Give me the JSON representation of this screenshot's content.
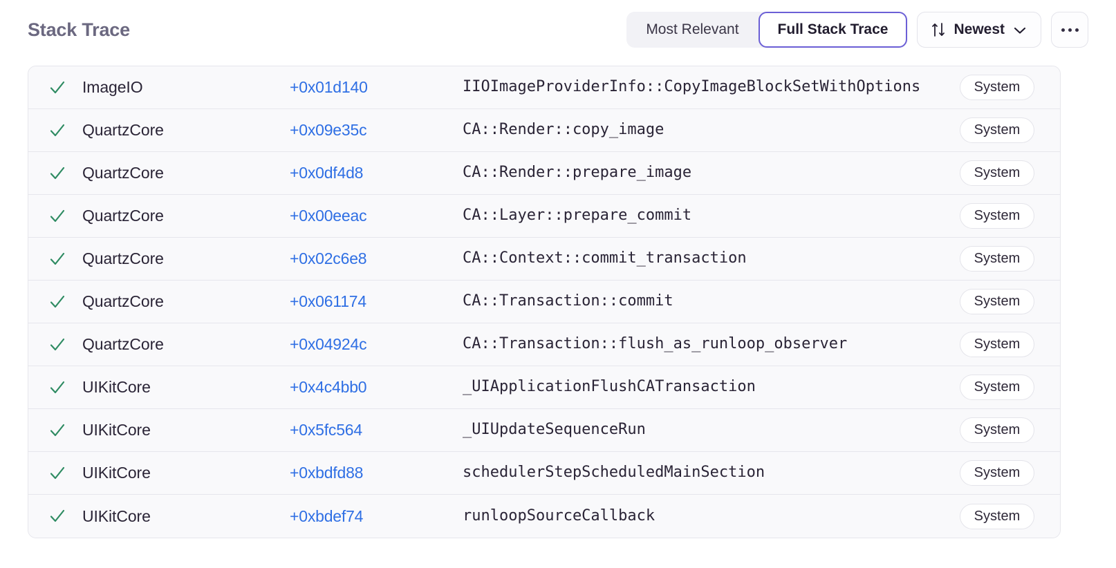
{
  "header": {
    "title": "Stack Trace",
    "segmented": {
      "options": [
        {
          "label": "Most Relevant",
          "selected": false
        },
        {
          "label": "Full Stack Trace",
          "selected": true
        }
      ]
    },
    "sort": {
      "icon": "sort-arrows-icon",
      "label": "Newest",
      "chevron": "chevron-down-icon"
    },
    "more": {
      "icon": "ellipsis-icon",
      "label": "..."
    }
  },
  "colors": {
    "accent": "#6b5fd6",
    "link": "#2f6fe4",
    "check": "#2e8b62",
    "title": "#6b6880",
    "row_bg": "#f9f9fb",
    "border": "#e6e6ec"
  },
  "table": {
    "rows": [
      {
        "status": "check",
        "module": "ImageIO",
        "address": "+0x01d140",
        "symbol": "IIOImageProviderInfo::CopyImageBlockSetWithOptions",
        "tag": "System"
      },
      {
        "status": "check",
        "module": "QuartzCore",
        "address": "+0x09e35c",
        "symbol": "CA::Render::copy_image",
        "tag": "System"
      },
      {
        "status": "check",
        "module": "QuartzCore",
        "address": "+0x0df4d8",
        "symbol": "CA::Render::prepare_image",
        "tag": "System"
      },
      {
        "status": "check",
        "module": "QuartzCore",
        "address": "+0x00eeac",
        "symbol": "CA::Layer::prepare_commit",
        "tag": "System"
      },
      {
        "status": "check",
        "module": "QuartzCore",
        "address": "+0x02c6e8",
        "symbol": "CA::Context::commit_transaction",
        "tag": "System"
      },
      {
        "status": "check",
        "module": "QuartzCore",
        "address": "+0x061174",
        "symbol": "CA::Transaction::commit",
        "tag": "System"
      },
      {
        "status": "check",
        "module": "QuartzCore",
        "address": "+0x04924c",
        "symbol": "CA::Transaction::flush_as_runloop_observer",
        "tag": "System"
      },
      {
        "status": "check",
        "module": "UIKitCore",
        "address": "+0x4c4bb0",
        "symbol": "_UIApplicationFlushCATransaction",
        "tag": "System"
      },
      {
        "status": "check",
        "module": "UIKitCore",
        "address": "+0x5fc564",
        "symbol": "_UIUpdateSequenceRun",
        "tag": "System"
      },
      {
        "status": "check",
        "module": "UIKitCore",
        "address": "+0xbdfd88",
        "symbol": "schedulerStepScheduledMainSection",
        "tag": "System"
      },
      {
        "status": "check",
        "module": "UIKitCore",
        "address": "+0xbdef74",
        "symbol": "runloopSourceCallback",
        "tag": "System"
      }
    ]
  }
}
